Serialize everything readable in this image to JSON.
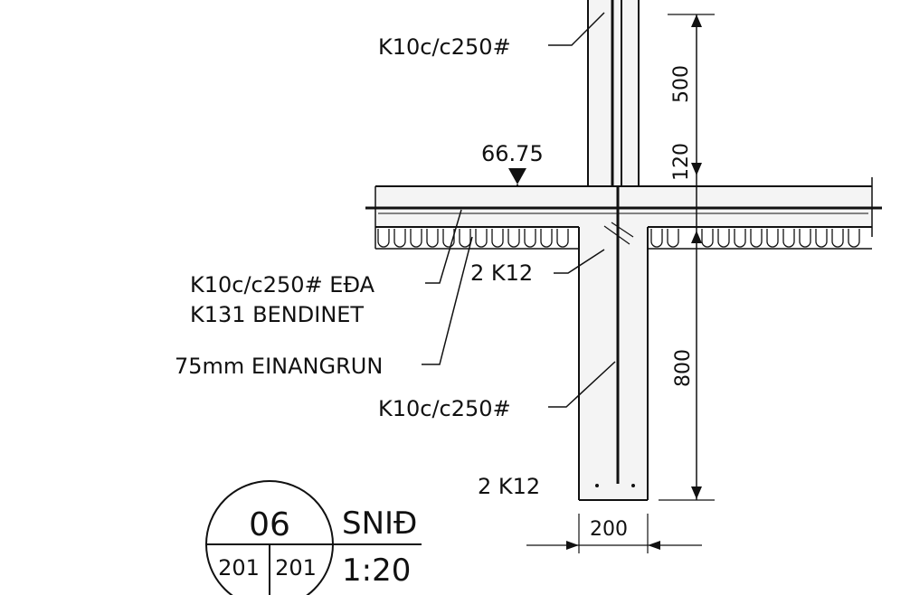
{
  "labels": {
    "rebar_wall_top": "K10c/c250#",
    "elevation": "66.75",
    "rebar_slab": "K10c/c250# EÐA",
    "mesh": "K131 BENDINET",
    "insulation": "75mm EINANGRUN",
    "bars_top": "2 K12",
    "rebar_wall_bottom": "K10c/c250#",
    "bars_bottom": "2 K12"
  },
  "dimensions": {
    "wall_upper": "500",
    "slab": "120",
    "footing": "800",
    "width": "200"
  },
  "title_block": {
    "number": "06",
    "sheet_left": "201",
    "sheet_right": "201",
    "title": "SNIÐ",
    "scale": "1:20"
  },
  "colors": {
    "ink": "#111111",
    "concrete": "#f4f4f4"
  }
}
